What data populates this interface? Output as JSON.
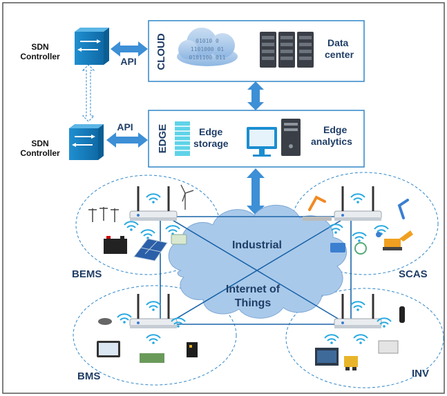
{
  "sdn_controller_top": "SDN Controller",
  "sdn_controller_bottom": "SDN Controller",
  "api_top": "API",
  "api_bottom": "API",
  "cloud": {
    "tag": "CLOUD",
    "data_center": "Data center",
    "binary_lines": [
      "01010 0",
      "1101000 01",
      "0101100 011"
    ]
  },
  "edge": {
    "tag": "EDGE",
    "storage": "Edge storage",
    "analytics": "Edge analytics"
  },
  "network": {
    "line1": "Industrial",
    "line2": "Internet of",
    "line3": "Things"
  },
  "clusters": {
    "bems": "BEMS",
    "scas": "SCAS",
    "bms": "BMS",
    "inv": "INV"
  },
  "colors": {
    "frame": "#2f86c9",
    "arrow": "#3d8fd6",
    "cloud_fill": "#a9c9ea",
    "link": "#1a64a8",
    "controller": "#1b89c9"
  }
}
